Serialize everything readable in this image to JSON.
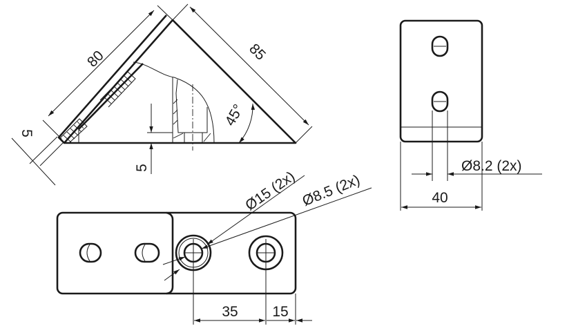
{
  "drawing": {
    "front_view": {
      "dim_leg_left": "80",
      "dim_leg_right": "85",
      "dim_wall_thickness": "5",
      "dim_base_thickness": "5",
      "dim_angle": "45°"
    },
    "side_view": {
      "dim_hole": "Ø8.2 (2x)",
      "dim_width": "40"
    },
    "bottom_view": {
      "dim_counterbore": "Ø15 (2x)",
      "dim_hole": "Ø8.5 (2x)",
      "dim_spacing": "35",
      "dim_edge": "15"
    }
  }
}
